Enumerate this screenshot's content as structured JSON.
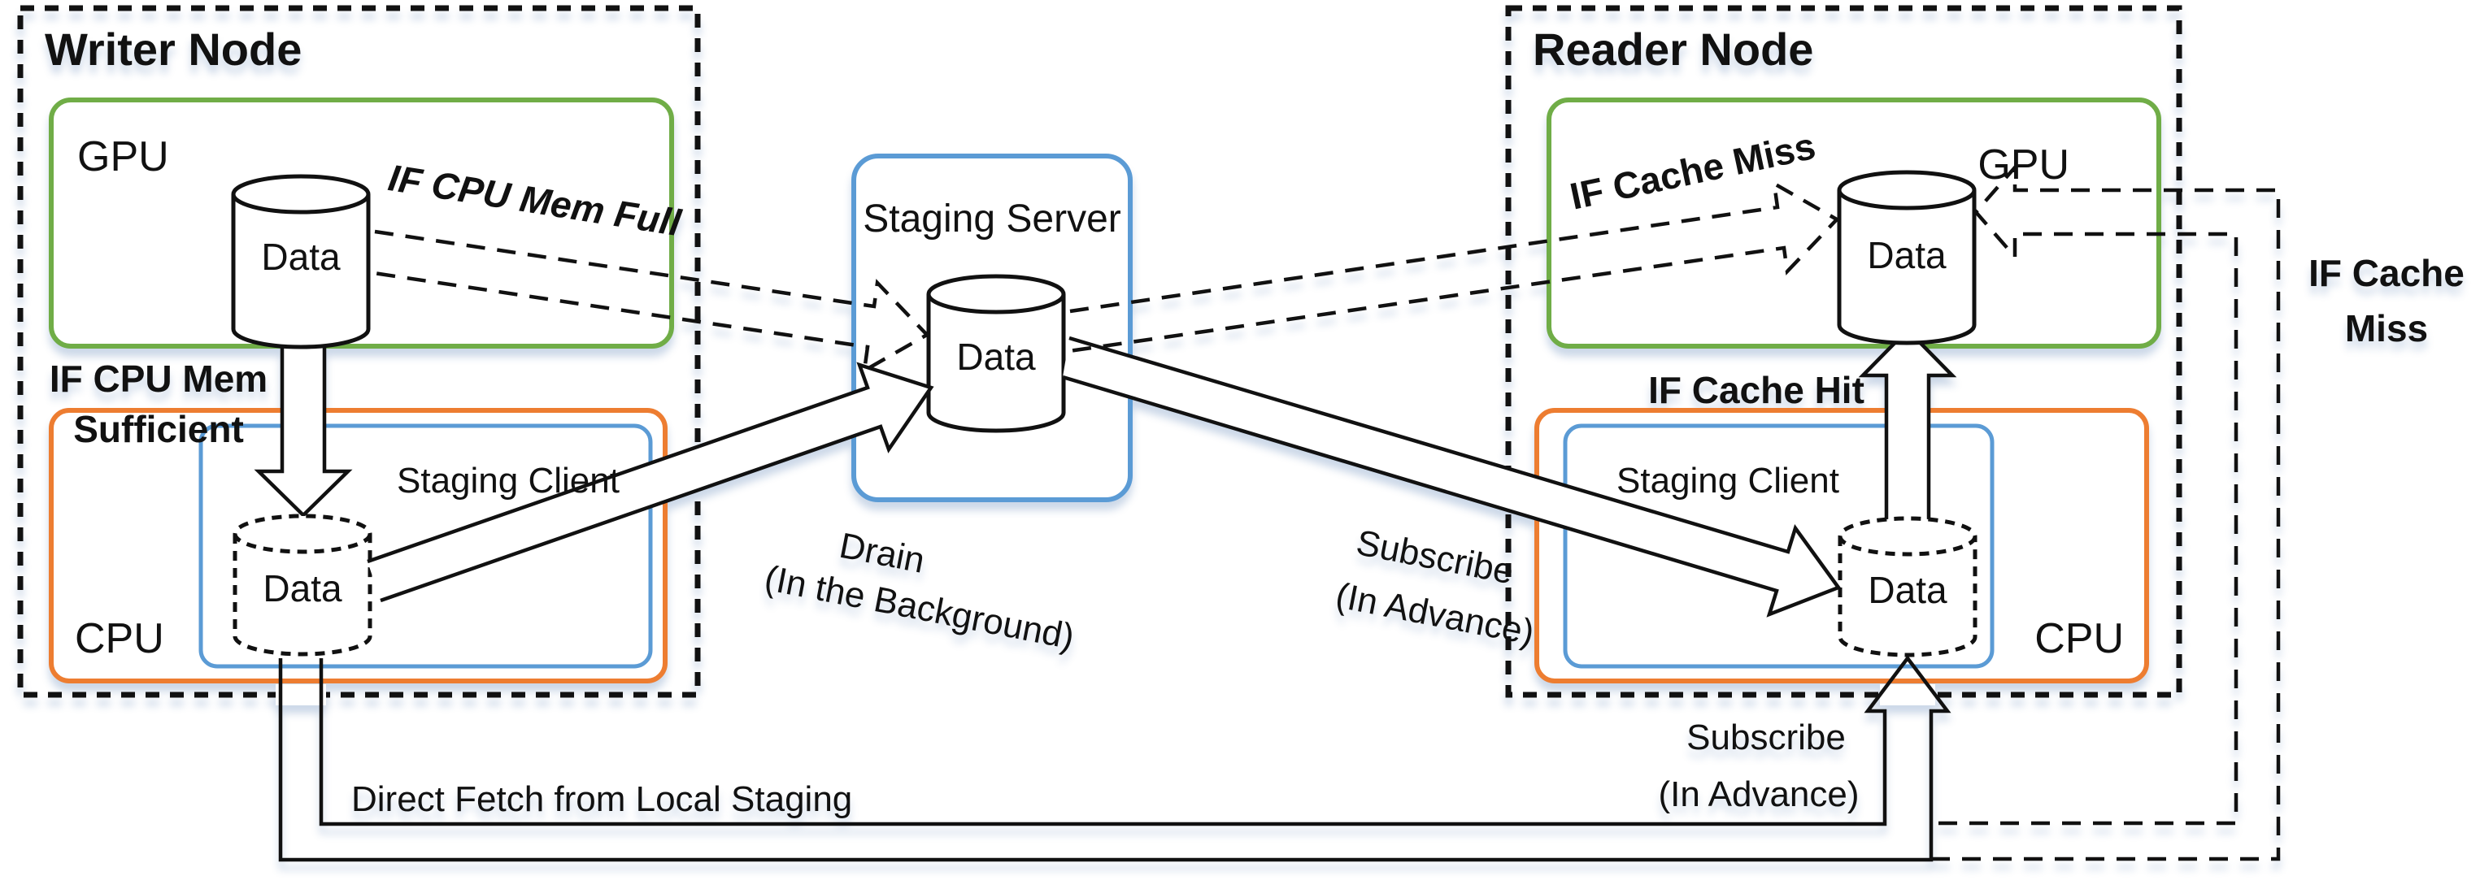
{
  "colors": {
    "gpu_border_green": "#70AD47",
    "cpu_border_orange": "#ED7D31",
    "staging_border_blue": "#5B9BD5",
    "line_ink": "#111111",
    "shadow_tint": "#8FA8CC",
    "background": "#FFFFFF"
  },
  "writer_node": {
    "title": "Writer Node",
    "gpu_label": "GPU",
    "cpu_label": "CPU",
    "staging_client_label": "Staging Client",
    "gpu_data": "Data",
    "cpu_data": "Data"
  },
  "staging_server": {
    "title": "Staging Server",
    "data": "Data"
  },
  "reader_node": {
    "title": "Reader Node",
    "gpu_label": "GPU",
    "cpu_label": "CPU",
    "staging_client_label": "Staging Client",
    "gpu_data": "Data",
    "cpu_data": "Data"
  },
  "annotations": {
    "if_cpu_mem_full": "IF CPU Mem Full",
    "if_cpu_mem_sufficient_l1": "IF CPU Mem",
    "if_cpu_mem_sufficient_l2": "Sufficient",
    "if_cache_miss": "IF Cache Miss",
    "if_cache_hit": "IF Cache Hit",
    "if_cache_miss_right_l1": "IF Cache",
    "if_cache_miss_right_l2": "Miss",
    "drain_l1": "Drain",
    "drain_l2": "(In the Background)",
    "subscribe_server_l1": "Subscribe",
    "subscribe_server_l2": "(In Advance)",
    "subscribe_below_l1": "Subscribe",
    "subscribe_below_l2": "(In Advance)",
    "direct_fetch": "Direct Fetch from Local Staging"
  }
}
